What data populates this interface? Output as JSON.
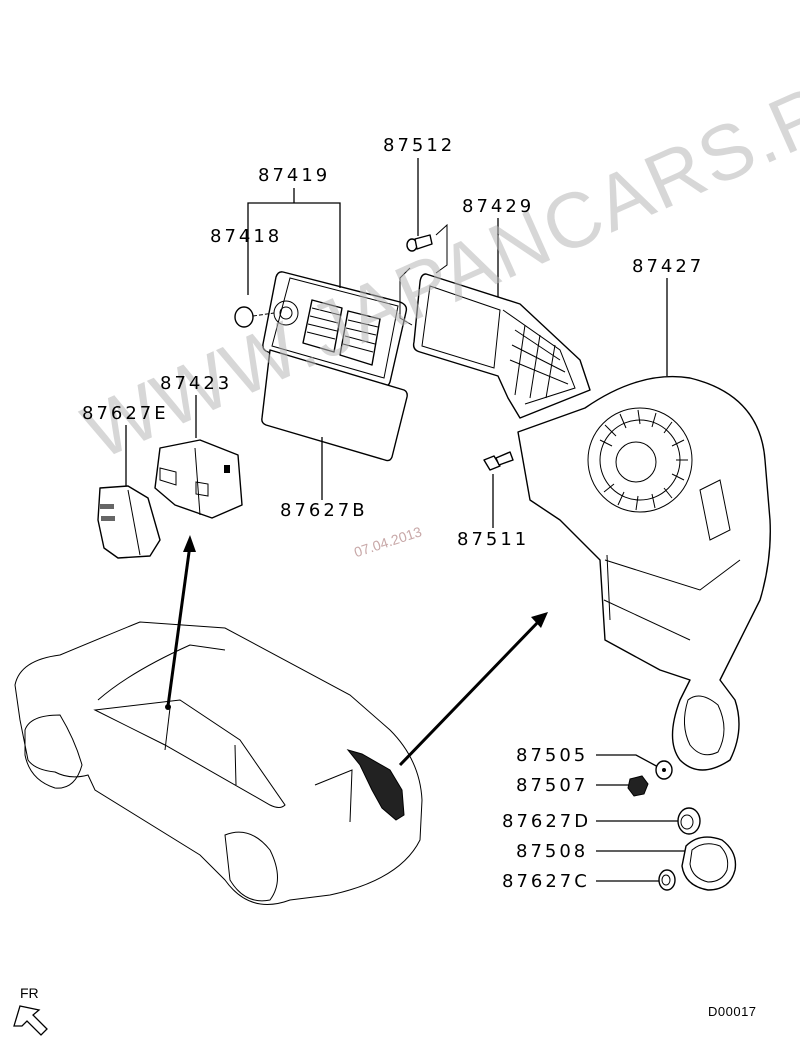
{
  "diagram": {
    "type": "parts-catalog-exploded-view",
    "subject": "Rear air conditioning blower unit and ducts",
    "diagram_code": "D00017",
    "direction_indicator": "FR",
    "watermark": "WWW.JAPANCARS.RU",
    "date_stamp": "07.04.2013",
    "part_labels": [
      {
        "id": "87512",
        "text": "87512",
        "describes": "screw (duct mount)"
      },
      {
        "id": "87419",
        "text": "87419",
        "describes": "rear vent register assembly"
      },
      {
        "id": "87429",
        "text": "87429",
        "describes": "air duct"
      },
      {
        "id": "87418",
        "text": "87418",
        "describes": "vent knob"
      },
      {
        "id": "87427",
        "text": "87427",
        "describes": "rear blower/cooler unit"
      },
      {
        "id": "87423",
        "text": "87423",
        "describes": "rear blower switch"
      },
      {
        "id": "87627E",
        "text": "87627E",
        "describes": "switch panel"
      },
      {
        "id": "87627B",
        "text": "87627B",
        "describes": "cover panel"
      },
      {
        "id": "87511",
        "text": "87511",
        "describes": "bolt"
      },
      {
        "id": "87505",
        "text": "87505",
        "describes": "washer"
      },
      {
        "id": "87507",
        "text": "87507",
        "describes": "nut"
      },
      {
        "id": "87627D",
        "text": "87627D",
        "describes": "grommet"
      },
      {
        "id": "87508",
        "text": "87508",
        "describes": "drain seal"
      },
      {
        "id": "87627C",
        "text": "87627C",
        "describes": "grommet"
      }
    ]
  }
}
